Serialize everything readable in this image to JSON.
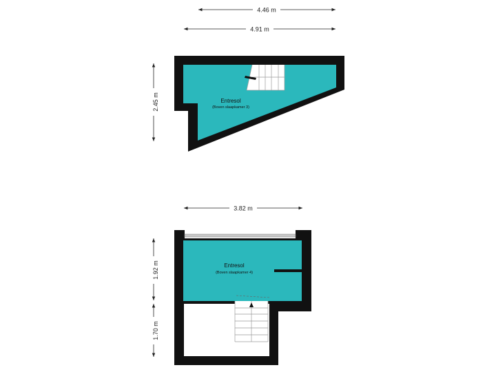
{
  "colors": {
    "wall": "#111111",
    "floor": "#2bb8bc",
    "unfilled": "#ffffff",
    "stair_line": "#9a9a9a"
  },
  "floor_plan_1": {
    "dimensions": {
      "width_a": "4.46 m",
      "width_b": "4.91 m",
      "height": "2.45 m"
    },
    "room": {
      "name": "Entresol",
      "subtitle": "(Boven slaapkamer 3)"
    }
  },
  "floor_plan_2": {
    "dimensions": {
      "width": "3.82 m",
      "height_a": "1.92 m",
      "height_b": "1.70 m"
    },
    "room": {
      "name": "Entresol",
      "subtitle": "(Boven slaapkamer 4)"
    }
  }
}
